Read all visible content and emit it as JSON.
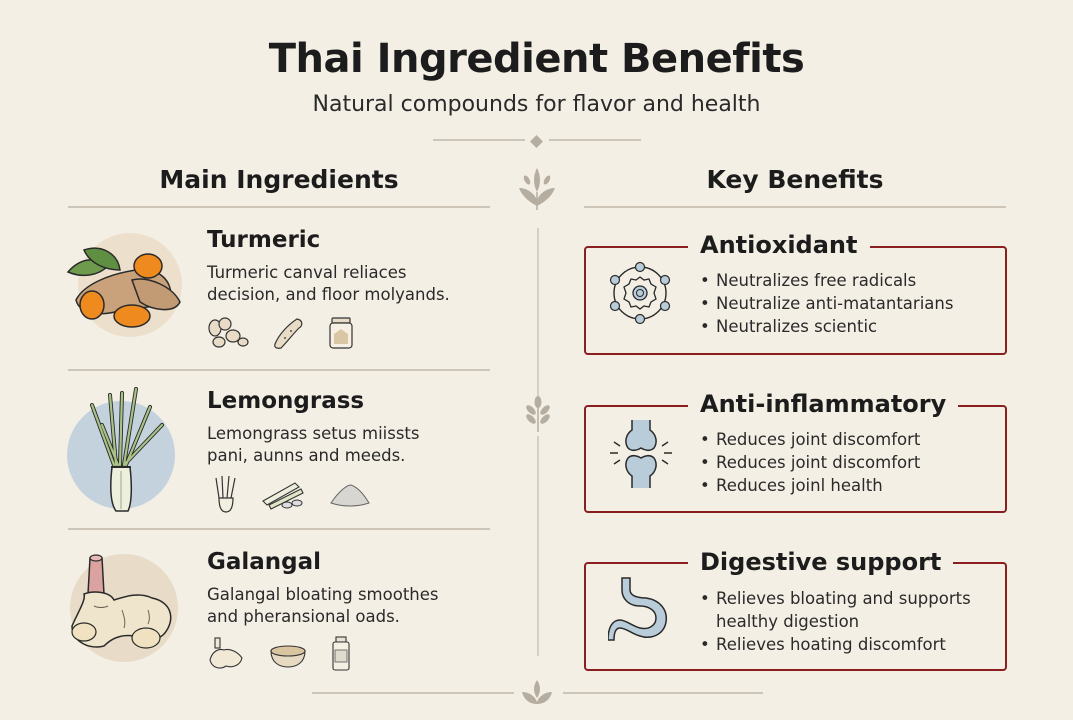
{
  "header": {
    "title": "Thai Ingredient Benefits",
    "subtitle": "Natural compounds for flavor and health"
  },
  "columns": {
    "left_title": "Main Ingredients",
    "right_title": "Key Benefits"
  },
  "ingredients": [
    {
      "name": "Turmeric",
      "description_line1": "Turmeric canval reliaces",
      "description_line2": "decision, and floor molyands.",
      "illustration": "turmeric-root-icon",
      "circle_color": "#ece0cc",
      "thumbnails": [
        "turmeric-pieces-icon",
        "turmeric-slice-icon",
        "powder-jar-icon"
      ]
    },
    {
      "name": "Lemongrass",
      "description_line1": "Lemongrass setus miissts",
      "description_line2": "pani, aunns and meeds.",
      "illustration": "lemongrass-bundle-icon",
      "circle_color": "#c3d2dd",
      "thumbnails": [
        "lemongrass-stalk-icon",
        "lemongrass-cuts-icon",
        "powder-pile-icon"
      ]
    },
    {
      "name": "Galangal",
      "description_line1": "Galangal bloating smoothes",
      "description_line2": "and pheransional oads.",
      "illustration": "galangal-root-icon",
      "circle_color": "#e8dcc8",
      "thumbnails": [
        "galangal-piece-icon",
        "powder-bowl-icon",
        "supplement-bottle-icon"
      ]
    }
  ],
  "benefits": [
    {
      "title": "Antioxidant",
      "icon": "molecule-icon",
      "items": [
        "Neutralizes free radicals",
        "Neutralize anti-matantarians",
        "Neutralizes scientic"
      ]
    },
    {
      "title": "Anti-inflammatory",
      "icon": "joint-icon",
      "items": [
        "Reduces joint discomfort",
        "Reduces joint discomfort",
        "Reduces joinl health"
      ]
    },
    {
      "title": "Digestive support",
      "icon": "stomach-icon",
      "items": [
        "Relieves bloating and supports healthy digestion",
        "Relieves hoating discomfort"
      ]
    }
  ],
  "colors": {
    "background": "#f4efe5",
    "accent_border": "#8a1f1f",
    "divider": "#cdc6b8",
    "ornament": "#b5ada0",
    "icon_fill": "#b9ccda"
  }
}
